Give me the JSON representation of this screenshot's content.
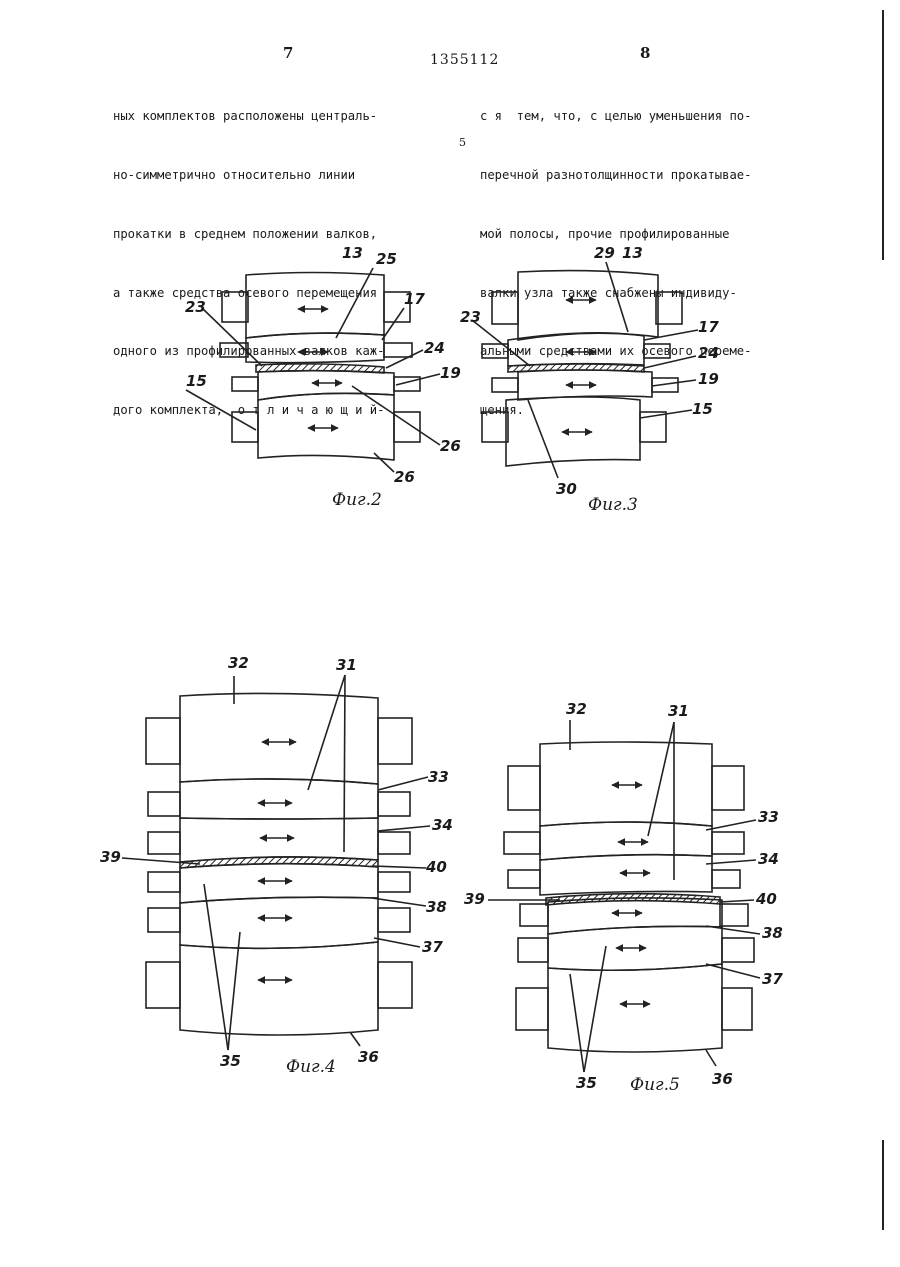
{
  "header": {
    "page_left": "7",
    "page_right": "8",
    "patent_number": "1355112"
  },
  "column_left": [
    "ных комплектов расположены централь-",
    "но-симметрично относительно линии",
    "прокатки в среднем положении валков,",
    "а также средства осевого перемещения",
    "одного из профилированных валков каж-",
    "дого комплекта,  о т л и ч а ю щ и й-"
  ],
  "column_right": [
    "с я  тем, что, с целью уменьшения по-",
    "перечной разнотолщинности прокатывае-",
    "мой полосы, прочие профилированные",
    "валки узла также снабжены индивиду-",
    "альными средствами их осевого переме-",
    "щения."
  ],
  "line_marker": "5",
  "figures": {
    "fig2": {
      "caption": "Фиг.2",
      "labels": [
        "13",
        "25",
        "17",
        "23",
        "24",
        "15",
        "19",
        "26",
        "26"
      ]
    },
    "fig3": {
      "caption": "Фиг.3",
      "labels": [
        "29",
        "13",
        "17",
        "23",
        "24",
        "19",
        "15",
        "30"
      ]
    },
    "fig4": {
      "caption": "Фиг.4",
      "labels": [
        "32",
        "31",
        "33",
        "34",
        "39",
        "40",
        "38",
        "37",
        "35",
        "36"
      ]
    },
    "fig5": {
      "caption": "Фиг.5",
      "labels": [
        "32",
        "31",
        "33",
        "34",
        "39",
        "40",
        "38",
        "37",
        "35",
        "36"
      ]
    }
  }
}
